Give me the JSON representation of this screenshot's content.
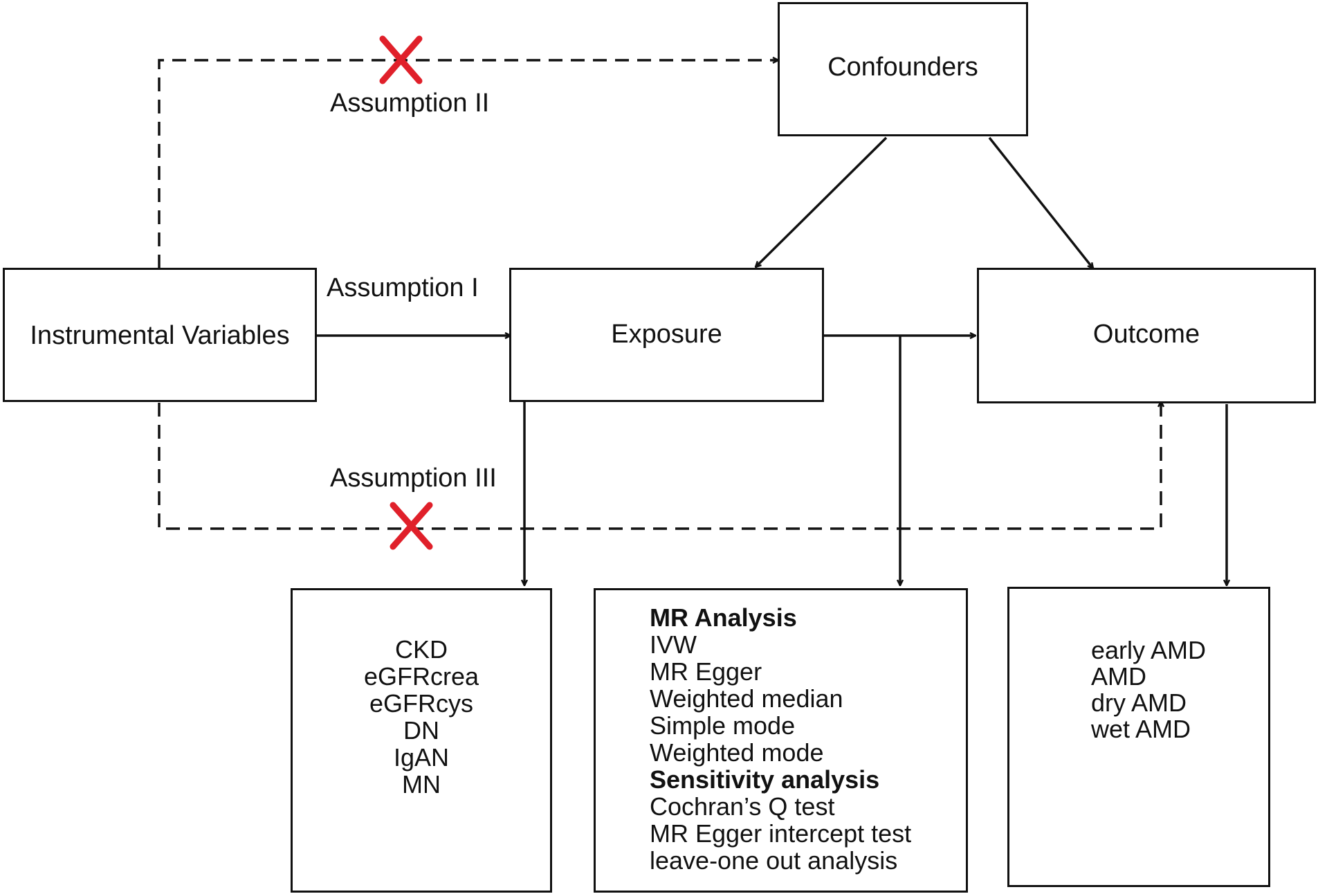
{
  "nodes": {
    "confounders": "Confounders",
    "instrumental_variables": "Instrumental Variables",
    "exposure": "Exposure",
    "outcome": "Outcome"
  },
  "assumptions": {
    "one": "Assumption I",
    "two": "Assumption II",
    "three": "Assumption III"
  },
  "exposure_list": [
    "CKD",
    "eGFRcrea",
    "eGFRcys",
    "DN",
    "IgAN",
    "MN"
  ],
  "methods": {
    "mr_heading": "MR Analysis",
    "mr_items": [
      "IVW",
      "MR Egger",
      "Weighted median",
      "Simple mode",
      "Weighted mode"
    ],
    "sensitivity_heading": "Sensitivity analysis",
    "sensitivity_items": [
      "Cochran’s Q test",
      "MR Egger intercept test",
      "leave-one out analysis"
    ]
  },
  "outcome_list": [
    "early AMD",
    "AMD",
    "dry AMD",
    "wet AMD"
  ],
  "colors": {
    "line": "#111111",
    "violation_cross": "#e0202a"
  }
}
